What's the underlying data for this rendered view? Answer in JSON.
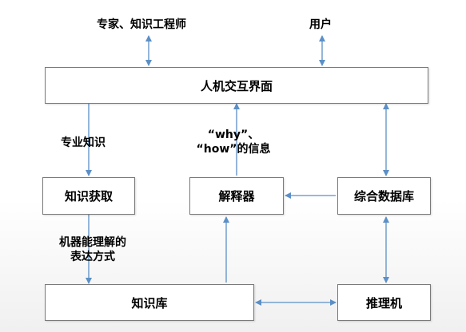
{
  "nodes": {
    "interface": "人机交互界面",
    "knowledge_acquisition": "知识获取",
    "explainer": "解释器",
    "database": "综合数据库",
    "knowledge_base": "知识库",
    "inference_engine": "推理机"
  },
  "labels": {
    "experts": "专家、知识工程师",
    "user": "用户",
    "expert_knowledge": "专业知识",
    "why_how_line1": "“why”、",
    "why_how_line2": "“how”的信息",
    "machine_line1": "机器能理解的",
    "machine_line2": "表达方式"
  },
  "colors": {
    "arrow": "#5b8fc7",
    "box_border": "#7a7a7a"
  }
}
